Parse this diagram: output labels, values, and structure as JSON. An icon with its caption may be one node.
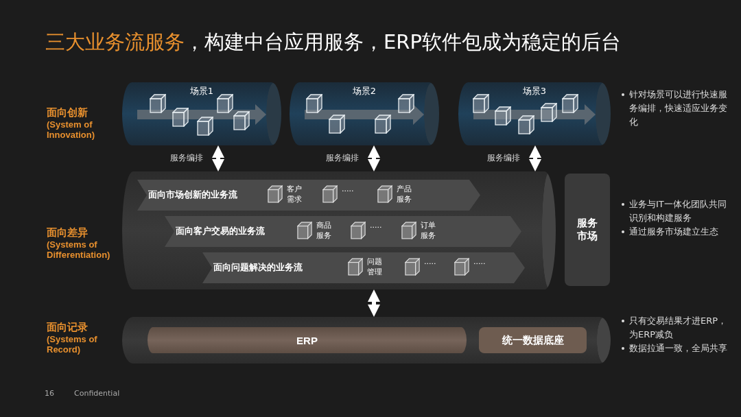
{
  "diagram": {
    "title": "**三大业务流服务**，构建中台应用服务，ERP软件包成为稳定的后台",
    "nodes": [
      {
        "text": [
          "场景1"
        ]
      },
      {
        "text": [],
        "shape": "cube",
        "in": 0
      },
      {
        "text": [],
        "shape": "cube",
        "in": 0
      },
      {
        "text": [],
        "shape": "cube",
        "in": 0
      },
      {
        "text": [],
        "shape": "cube",
        "in": 0
      },
      {
        "text": [],
        "shape": "cube",
        "in": 0
      },
      {
        "text": [
          "场景2"
        ]
      },
      {
        "text": [],
        "shape": "cube",
        "in": 6
      },
      {
        "text": [],
        "shape": "cube",
        "in": 6
      },
      {
        "text": [],
        "shape": "cube",
        "in": 6
      },
      {
        "text": [],
        "shape": "cube",
        "in": 6
      },
      {
        "text": [
          "场景3"
        ]
      },
      {
        "text": [],
        "shape": "cube",
        "in": 11
      },
      {
        "text": [],
        "shape": "cube",
        "in": 11
      },
      {
        "text": [],
        "shape": "cube",
        "in": 11
      },
      {
        "text": [],
        "shape": "cube",
        "in": 11
      },
      {
        "text": [],
        "shape": "cube",
        "in": 11
      },
      {
        "text": [],
        "shape": "cylinder"
      },
      {
        "text": [
          "面向市场创新的业务流"
        ],
        "in": 17
      },
      {
        "text": [
          "客户需求"
        ],
        "in": 18
      },
      {
        "text": [
          "....."
        ],
        "in": 18
      },
      {
        "text": [
          "产品服务"
        ],
        "in": 18
      },
      {
        "text": [
          "面向客户交易的业务流"
        ],
        "in": 17
      },
      {
        "text": [
          "商品服务"
        ],
        "in": 22
      },
      {
        "text": [
          "....."
        ],
        "in": 22
      },
      {
        "text": [
          "订单服务"
        ],
        "in": 22
      },
      {
        "text": [
          "面向问题解决的业务流"
        ],
        "in": 17
      },
      {
        "text": [
          "问题管理"
        ],
        "in": 26
      },
      {
        "text": [
          "....."
        ],
        "in": 26
      },
      {
        "text": [
          "....."
        ],
        "in": 26
      },
      {
        "text": [
          "服务市场"
        ]
      },
      {
        "text": [],
        "shape": "cylinder"
      },
      {
        "text": [
          "ERP"
        ],
        "in": 31
      },
      {
        "text": [
          "统一数据底座"
        ],
        "in": 31
      }
    ],
    "edges": [
      {
        "from": 0,
        "to": 17,
        "arrow": "both",
        "label": "服务编排"
      },
      {
        "from": 6,
        "to": 17,
        "arrow": "both",
        "label": "服务编排"
      },
      {
        "from": 11,
        "to": 17,
        "arrow": "both",
        "label": "服务编排"
      },
      {
        "from": 17,
        "to": 31,
        "arrow": "both"
      }
    ],
    "labels": [
      "面向创新",
      "(System of Innovation)",
      "针对场景可以进行快速服务编排，快速适应业务变化",
      "面向差异",
      "(Systems of Differentiation)",
      "业务与IT一体化团队共同识别和构建服务",
      "通过服务市场建立生态",
      "面向记录",
      "(Systems of Record)",
      "只有交易结果才进ERP，为ERP减负",
      "数据拉通一致，全局共享",
      "16",
      "Confidential"
    ]
  }
}
